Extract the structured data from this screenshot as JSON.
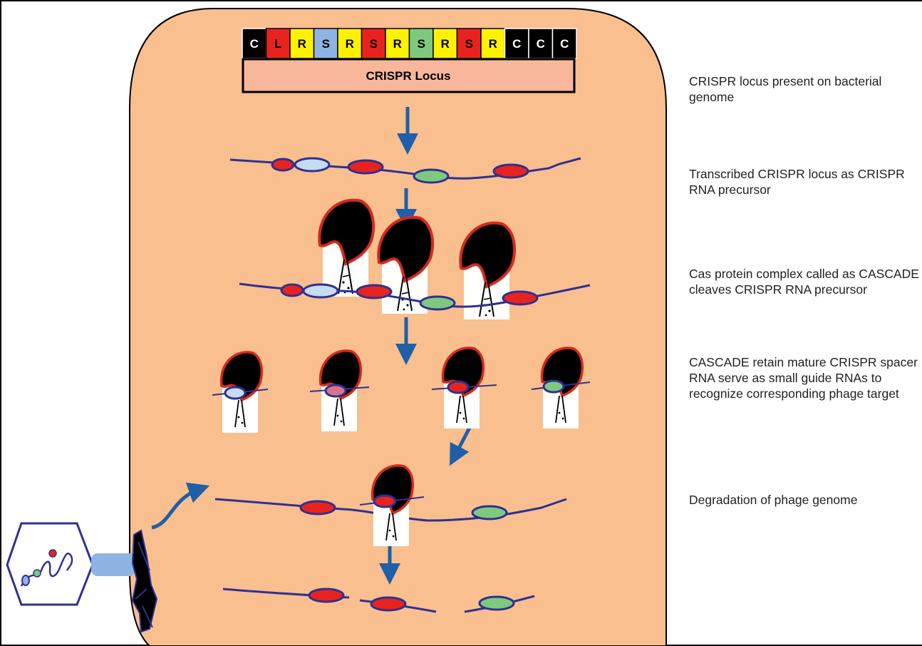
{
  "locus": {
    "title": "CRISPR Locus",
    "segments": [
      {
        "letter": "C",
        "color": "#000000",
        "text_color": "#ffffff"
      },
      {
        "letter": "L",
        "color": "#e8231f",
        "text_color": "#000000"
      },
      {
        "letter": "R",
        "color": "#fff200",
        "text_color": "#000000"
      },
      {
        "letter": "S",
        "color": "#8fb4e3",
        "text_color": "#000000"
      },
      {
        "letter": "R",
        "color": "#fff200",
        "text_color": "#000000"
      },
      {
        "letter": "S",
        "color": "#e8231f",
        "text_color": "#000000"
      },
      {
        "letter": "R",
        "color": "#fff200",
        "text_color": "#000000"
      },
      {
        "letter": "S",
        "color": "#7fc97f",
        "text_color": "#000000"
      },
      {
        "letter": "R",
        "color": "#fff200",
        "text_color": "#000000"
      },
      {
        "letter": "S",
        "color": "#e8231f",
        "text_color": "#000000"
      },
      {
        "letter": "R",
        "color": "#fff200",
        "text_color": "#000000"
      },
      {
        "letter": "C",
        "color": "#000000",
        "text_color": "#ffffff"
      },
      {
        "letter": "C",
        "color": "#000000",
        "text_color": "#ffffff"
      },
      {
        "letter": "C",
        "color": "#000000",
        "text_color": "#ffffff"
      }
    ]
  },
  "steps": [
    {
      "text": "CRISPR  locus  present on bacterial  genome"
    },
    {
      "text": "Transcribed CRISPR locus as CRISPR RNA precursor"
    },
    {
      "text": "Cas protein complex called as CASCADE cleaves CRISPR RNA precursor"
    },
    {
      "text": "CASCADE retain mature CRISPR spacer RNA serve as small guide RNAs to recognize corresponding phage  target"
    },
    {
      "text": "Degradation of phage genome"
    }
  ],
  "colors": {
    "cell_fill": "#f9bf8f",
    "strand": "#2e3192",
    "arrow": "#1f5fa8",
    "spacer_red": "#e8231f",
    "spacer_blue": "#c6dcf2",
    "spacer_green": "#7fc97f",
    "spacer_pink": "#d9738c",
    "cas_outline": "#d42a1c",
    "phage_tail": "#8fb4e3"
  },
  "icons": [
    "cas-complex-icon",
    "scissors-icon",
    "bacteriophage-icon"
  ]
}
